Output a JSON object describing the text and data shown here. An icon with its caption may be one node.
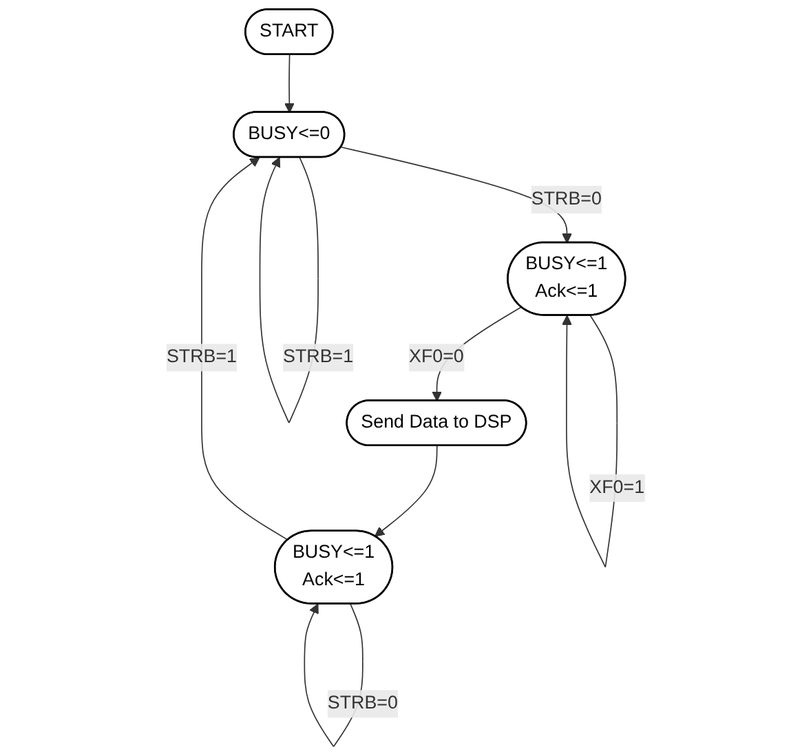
{
  "diagram": {
    "nodes": [
      {
        "text": [
          "START"
        ]
      },
      {
        "text": [
          "BUSY<=0"
        ]
      },
      {
        "text": [
          "BUSY<=1",
          "Ack<=1"
        ]
      },
      {
        "text": [
          "BUSY<=1",
          "Ack<=1"
        ]
      },
      {
        "text": [
          "Send Data to DSP"
        ]
      }
    ],
    "edges": [
      {
        "from": 0,
        "to": 1,
        "arrow": "to"
      },
      {
        "from": 1,
        "to": 1,
        "arrow": "to",
        "label": "STRB=1"
      },
      {
        "from": 1,
        "to": 3,
        "arrow": "to",
        "label": "STRB=0"
      },
      {
        "from": 3,
        "to": 3,
        "arrow": "to",
        "label": "XF0=1"
      },
      {
        "from": 3,
        "to": 4,
        "arrow": "to",
        "label": "XF0=0"
      },
      {
        "from": 4,
        "to": 2,
        "arrow": "to"
      },
      {
        "from": 2,
        "to": 2,
        "arrow": "to",
        "label": "STRB=0"
      },
      {
        "from": 2,
        "to": 1,
        "arrow": "to",
        "label": "STRB=1"
      }
    ]
  }
}
